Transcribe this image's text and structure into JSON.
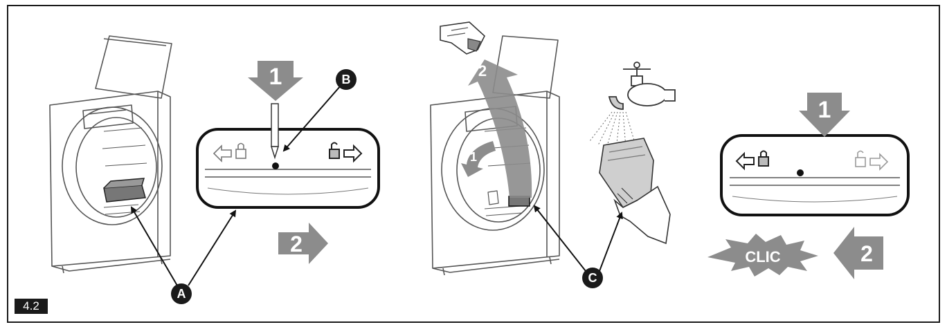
{
  "figure_label": "4.2",
  "step_labels": {
    "panel2_step1": "1",
    "panel2_step2": "2",
    "panel3_step1": "1",
    "panel3_step2": "2",
    "panel5_step1": "1",
    "panel5_step2": "2"
  },
  "callouts": {
    "a": "A",
    "b": "B",
    "c": "C"
  },
  "sound_effect": "CLIC",
  "colors": {
    "frame": "#1a1a1a",
    "arrow_gray": "#8c8c8c",
    "line_art": "#555555",
    "callout_fill": "#1a1a1a"
  }
}
